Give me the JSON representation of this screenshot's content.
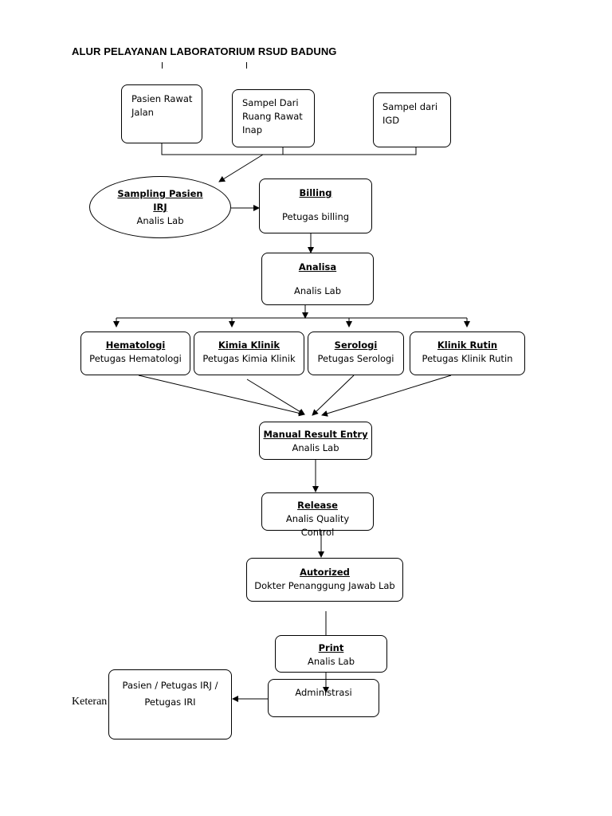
{
  "title": "ALUR PELAYANAN LABORATORIUM RSUD BADUNG",
  "sources": {
    "rawat_jalan": [
      "Pasien Rawat",
      "Jalan"
    ],
    "rawat_inap": [
      "Sampel Dari",
      "Ruang Rawat",
      "Inap"
    ],
    "igd": [
      "Sampel dari",
      "IGD"
    ]
  },
  "sampling": {
    "heading": [
      "Sampling Pasien",
      "IRJ"
    ],
    "role": "Analis Lab"
  },
  "billing": {
    "heading": "Billing",
    "role": "Petugas billing"
  },
  "analisa": {
    "heading": "Analisa",
    "role": "Analis Lab"
  },
  "units": {
    "hematologi": {
      "heading": "Hematologi",
      "role": "Petugas Hematologi"
    },
    "kimia": {
      "heading": "Kimia Klinik",
      "role": "Petugas Kimia Klinik"
    },
    "serologi": {
      "heading": "Serologi",
      "role": "Petugas Serologi"
    },
    "rutin": {
      "heading": "Klinik Rutin",
      "role": "Petugas Klinik Rutin"
    }
  },
  "manual_entry": {
    "heading": "Manual Result Entry",
    "role": "Analis Lab"
  },
  "release": {
    "heading": "Release",
    "role": [
      "Analis Quality",
      "Control"
    ]
  },
  "autorized": {
    "heading": "Autorized",
    "role": "Dokter Penanggung Jawab Lab"
  },
  "print": {
    "heading": "Print",
    "role": "Analis Lab"
  },
  "administrasi": {
    "label": "Administrasi"
  },
  "recipient": {
    "lines": [
      "Pasien / Petugas IRJ /",
      "Petugas IRI"
    ]
  },
  "note": "Keteran"
}
